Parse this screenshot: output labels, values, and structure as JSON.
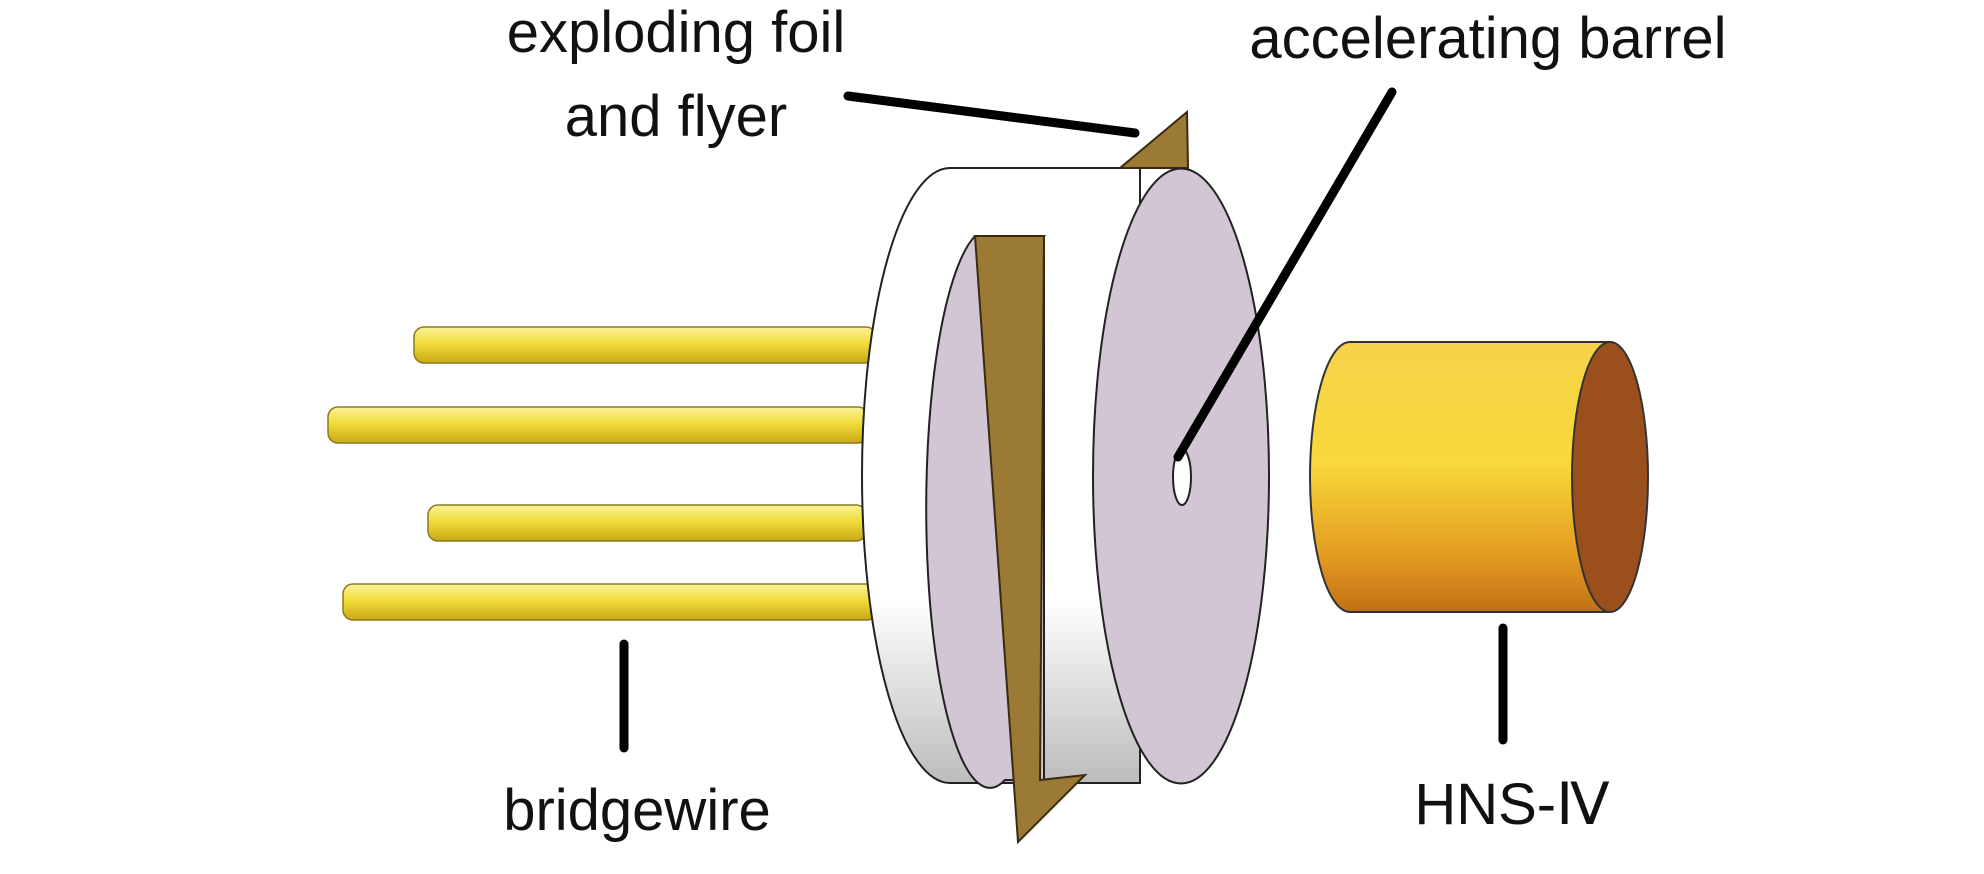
{
  "labels": {
    "exploding_foil_line1": "exploding foil",
    "exploding_foil_line2": "and flyer",
    "accelerating_barrel": "accelerating barrel",
    "bridgewire": "bridgewire",
    "hns_prefix": "HNS-",
    "hns_numeral": "Ⅳ"
  },
  "colors": {
    "bridgewire": "#f2dc3a",
    "disk_face": "#d2c5d4",
    "disk_side": "#ffffff",
    "foil_flyer": "#9a7a35",
    "hns_body": "#f0c23a",
    "hns_end": "#9a4f1c",
    "leader_line": "#000000"
  }
}
